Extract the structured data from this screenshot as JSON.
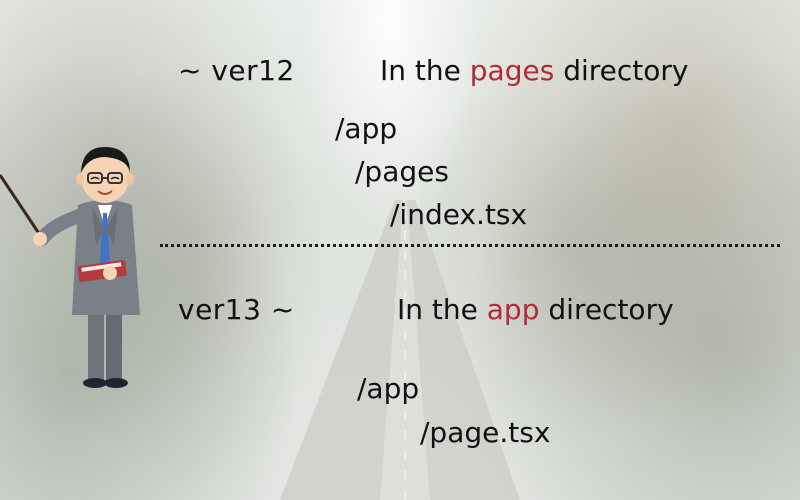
{
  "top": {
    "version": "~ ver12",
    "heading_pre": "In the ",
    "heading_highlight": "pages",
    "heading_post": " directory",
    "paths": [
      "/app",
      "/pages",
      "/index.tsx"
    ]
  },
  "bottom": {
    "version": "ver13 ~",
    "heading_pre": "In the ",
    "heading_highlight": "app",
    "heading_post": " directory",
    "paths": [
      "/app",
      "/page.tsx"
    ]
  },
  "colors": {
    "highlight": "#b12a35",
    "text": "#111111"
  }
}
